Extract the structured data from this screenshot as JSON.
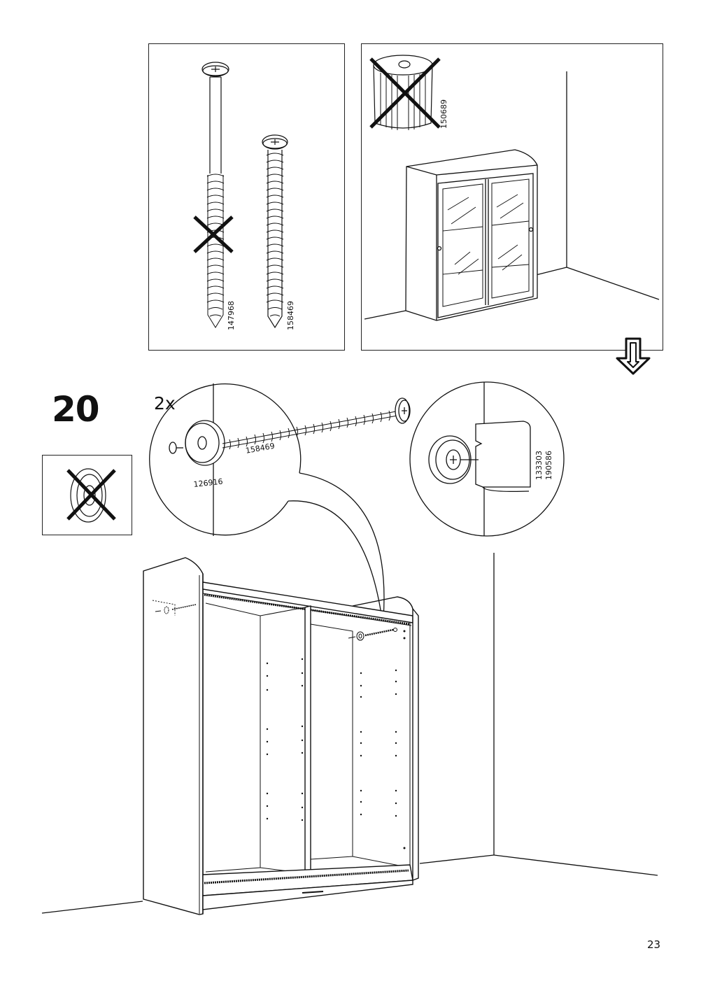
{
  "step": {
    "number": "20",
    "quantity": "2x"
  },
  "page_number": "23",
  "top_left_panel": {
    "parts": [
      "147968",
      "158469"
    ],
    "crossed_part": "147968"
  },
  "top_right_panel": {
    "crossed_part": "150689"
  },
  "detail_left": {
    "screw_part": "158469",
    "washer_part": "126916"
  },
  "detail_right": {
    "parts": [
      "133303",
      "190586"
    ]
  },
  "icons": [
    "screw-icon",
    "cross-icon",
    "washer-icon",
    "cabinet-icon",
    "down-arrow-icon",
    "magnifier-circle"
  ]
}
